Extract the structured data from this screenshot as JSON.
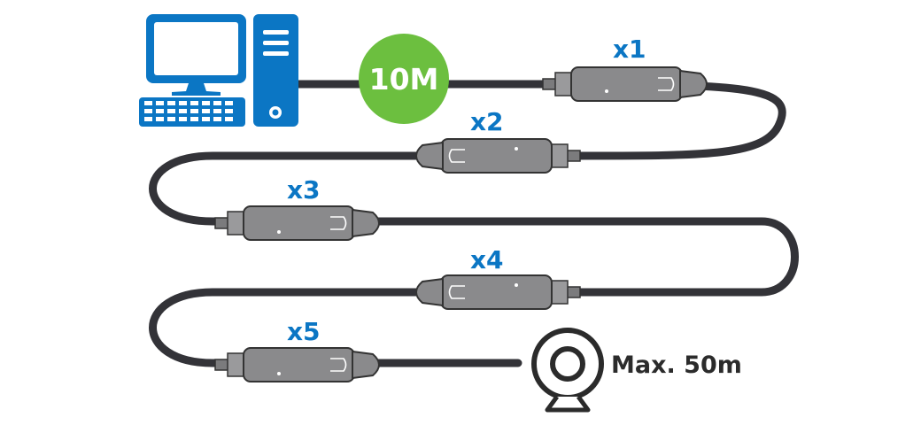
{
  "badge": {
    "label": "10M"
  },
  "segments": [
    {
      "label": "x1"
    },
    {
      "label": "x2"
    },
    {
      "label": "x3"
    },
    {
      "label": "x4"
    },
    {
      "label": "x5"
    }
  ],
  "camera": {
    "label": "Max. 50m"
  },
  "colors": {
    "computer_blue": "#0b76c4",
    "badge_green": "#6cbf3f",
    "cable": "#333338",
    "extender_body": "#8a8a8c",
    "label_blue": "#0b76c4"
  },
  "icons": {
    "computer": "desktop-computer-icon",
    "camera": "webcam-icon"
  }
}
